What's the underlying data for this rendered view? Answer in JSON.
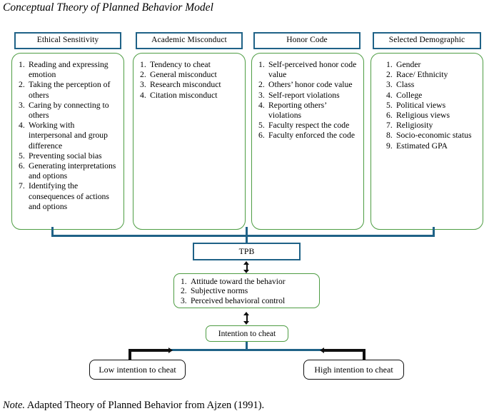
{
  "figure": {
    "title": "Conceptual Theory of Planned Behavior Model",
    "note_label": "Note.",
    "note_text": " Adapted Theory of Planned Behavior from Ajzen (1991)."
  },
  "colors": {
    "header_border": "#1F6287",
    "body_border": "#4E9D43",
    "connector_teal": "#1F6287",
    "connector_black": "#101010",
    "background": "#FFFFFF"
  },
  "columns": [
    {
      "header": "Ethical Sensitivity",
      "items": [
        "Reading and  expressing emotion",
        "Taking the perception of others",
        "Caring by connecting to others",
        "Working with interpersonal and group difference",
        "Preventing social bias",
        "Generating interpretations and options",
        "Identifying the consequences of actions and options"
      ]
    },
    {
      "header": "Academic Misconduct",
      "items": [
        "Tendency to cheat",
        "General misconduct",
        "Research misconduct",
        "Citation misconduct"
      ]
    },
    {
      "header": "Honor Code",
      "items": [
        "Self-perceived honor code value",
        "Others’ honor code value",
        "Self-report violations",
        "Reporting others’ violations",
        "Faculty respect the code",
        "Faculty enforced the code"
      ]
    },
    {
      "header": "Selected Demographic",
      "items": [
        "Gender",
        "Race/ Ethnicity",
        "Class",
        "College",
        "Political views",
        "Religious views",
        "Religiosity",
        "Socio-economic status",
        "Estimated GPA"
      ]
    }
  ],
  "tpb": {
    "label": "TPB",
    "components": [
      "Attitude toward the behavior",
      "Subjective norms",
      "Perceived behavioral control"
    ]
  },
  "intention": {
    "label": "Intention to cheat"
  },
  "outcomes": [
    {
      "label": "Low intention to cheat"
    },
    {
      "label": "High intention to cheat"
    }
  ]
}
